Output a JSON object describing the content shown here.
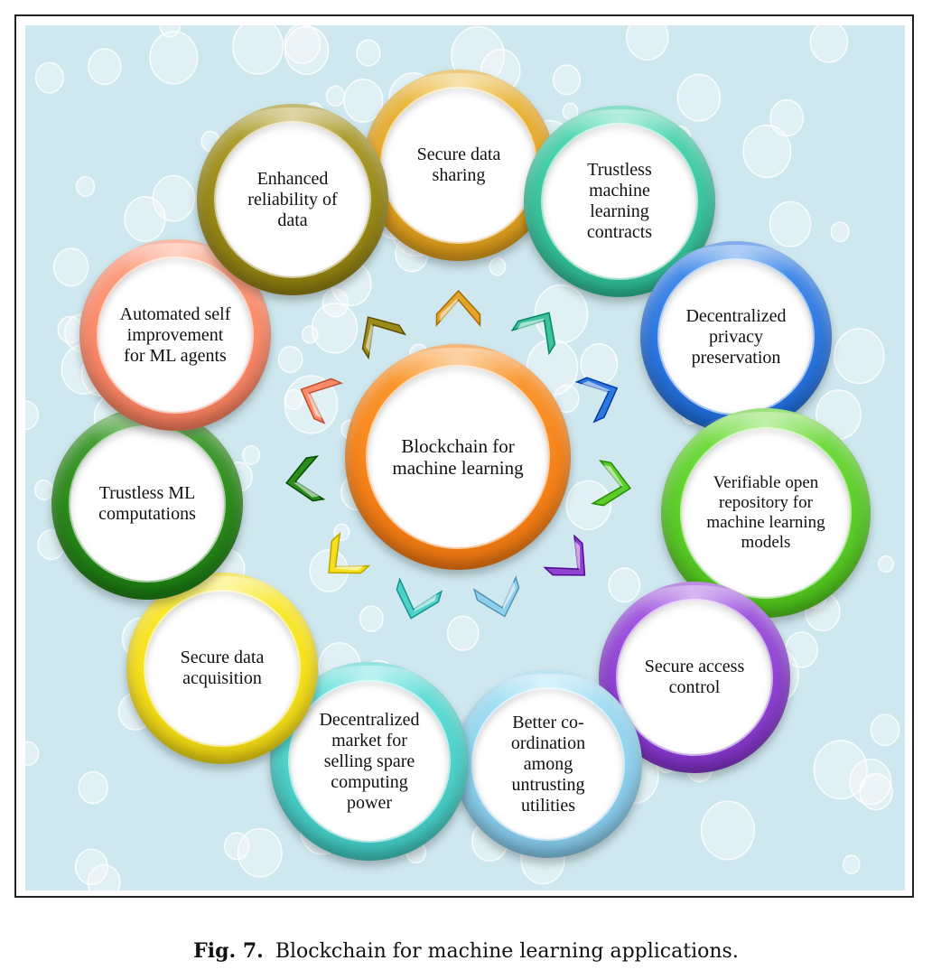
{
  "center": {
    "label": "Blockchain  for\nmachine learning",
    "color": "#f7851c"
  },
  "nodes": [
    {
      "id": "secure-data-sharing",
      "label": "Secure data\nsharing",
      "color": "#e2a52a"
    },
    {
      "id": "trustless-ml-contracts",
      "label": "Trustless\nmachine\nlearning\ncontracts",
      "color": "#3cc39e"
    },
    {
      "id": "decentralized-privacy",
      "label": "Decentralized\nprivacy\npreservation",
      "color": "#2f78e0"
    },
    {
      "id": "verifiable-repository",
      "label": "Verifiable open\nrepository for\nmachine learning\nmodels",
      "color": "#5dcc2b"
    },
    {
      "id": "secure-access-control",
      "label": "Secure access\ncontrol",
      "color": "#8e44d1"
    },
    {
      "id": "better-coordination",
      "label": "Better co-\nordination\namong\nuntrusting\nutilities",
      "color": "#8fd0ee"
    },
    {
      "id": "decentralized-market",
      "label": "Decentralized\nmarket for\nselling spare\ncomputing\npower",
      "color": "#4fd0c9"
    },
    {
      "id": "secure-data-acquisition",
      "label": "Secure data\nacquisition",
      "color": "#f6e01d"
    },
    {
      "id": "trustless-ml-computations",
      "label": "Trustless ML\ncomputations",
      "color": "#2d8a1c"
    },
    {
      "id": "automated-self-improvement",
      "label": "Automated self\nimprovement\nfor ML agents",
      "color": "#fa8a6a"
    },
    {
      "id": "enhanced-reliability",
      "label": "Enhanced\nreliability of\ndata",
      "color": "#9a8a1a"
    }
  ],
  "caption": {
    "fig": "Fig. 7.",
    "text": "Blockchain for machine learning applications."
  }
}
